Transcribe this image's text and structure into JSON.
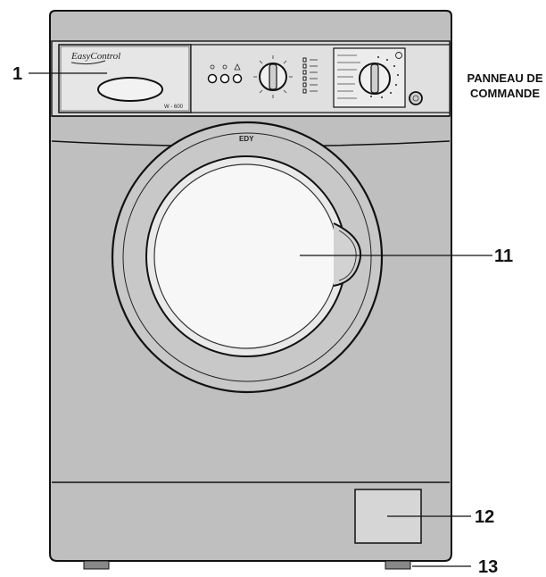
{
  "panel_heading": [
    "PANNEAU DE",
    "COMMANDE"
  ],
  "callouts": [
    "1",
    "11",
    "12",
    "13"
  ],
  "dispenser": {
    "brand": "EasyControl",
    "model": "W - 600"
  },
  "door_brand": "EDY"
}
